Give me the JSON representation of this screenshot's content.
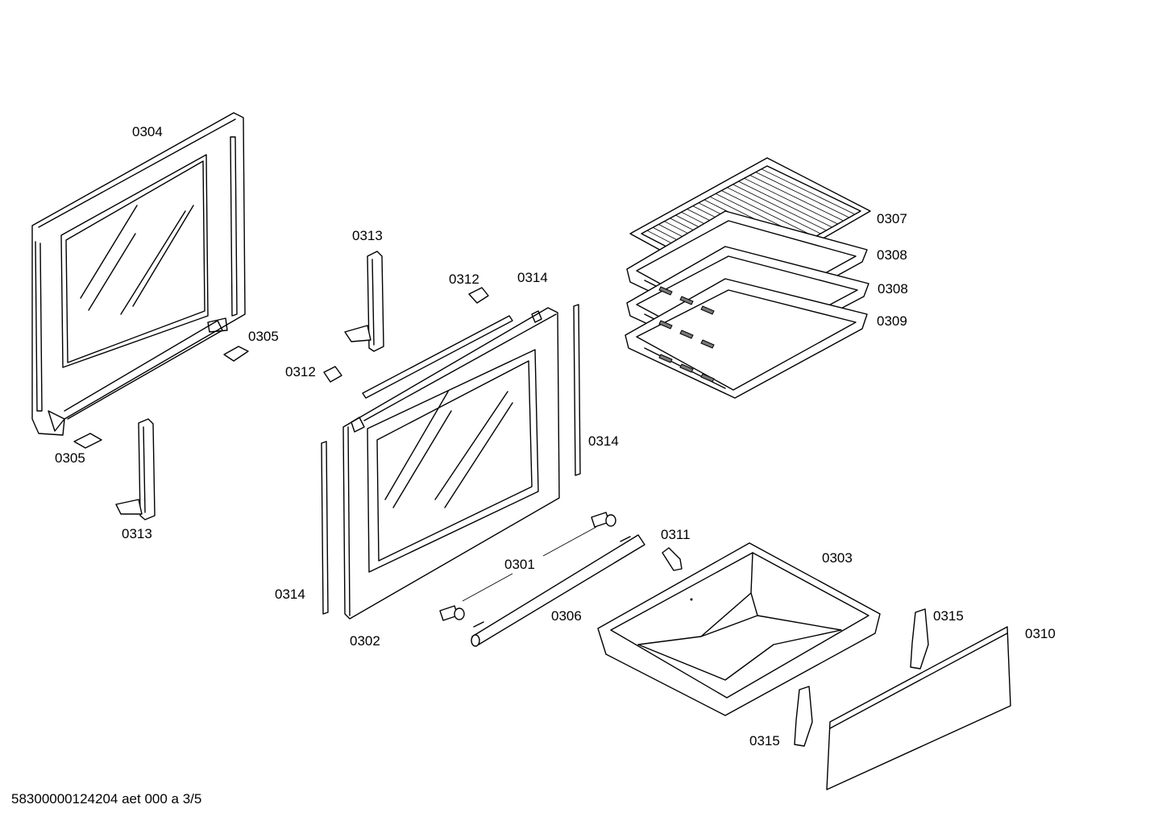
{
  "parts": {
    "p0304": "0304",
    "p0305a": "0305",
    "p0305b": "0305",
    "p0313a": "0313",
    "p0313b": "0313",
    "p0312a": "0312",
    "p0312b": "0312",
    "p0314a": "0314",
    "p0314b": "0314",
    "p0314c": "0314",
    "p0307": "0307",
    "p0308a": "0308",
    "p0308b": "0308",
    "p0309": "0309",
    "p0311": "0311",
    "p0301": "0301",
    "p0303": "0303",
    "p0302": "0302",
    "p0306": "0306",
    "p0315a": "0315",
    "p0315b": "0315",
    "p0310": "0310"
  },
  "footer": "58300000124204 aet 000 a 3/5"
}
